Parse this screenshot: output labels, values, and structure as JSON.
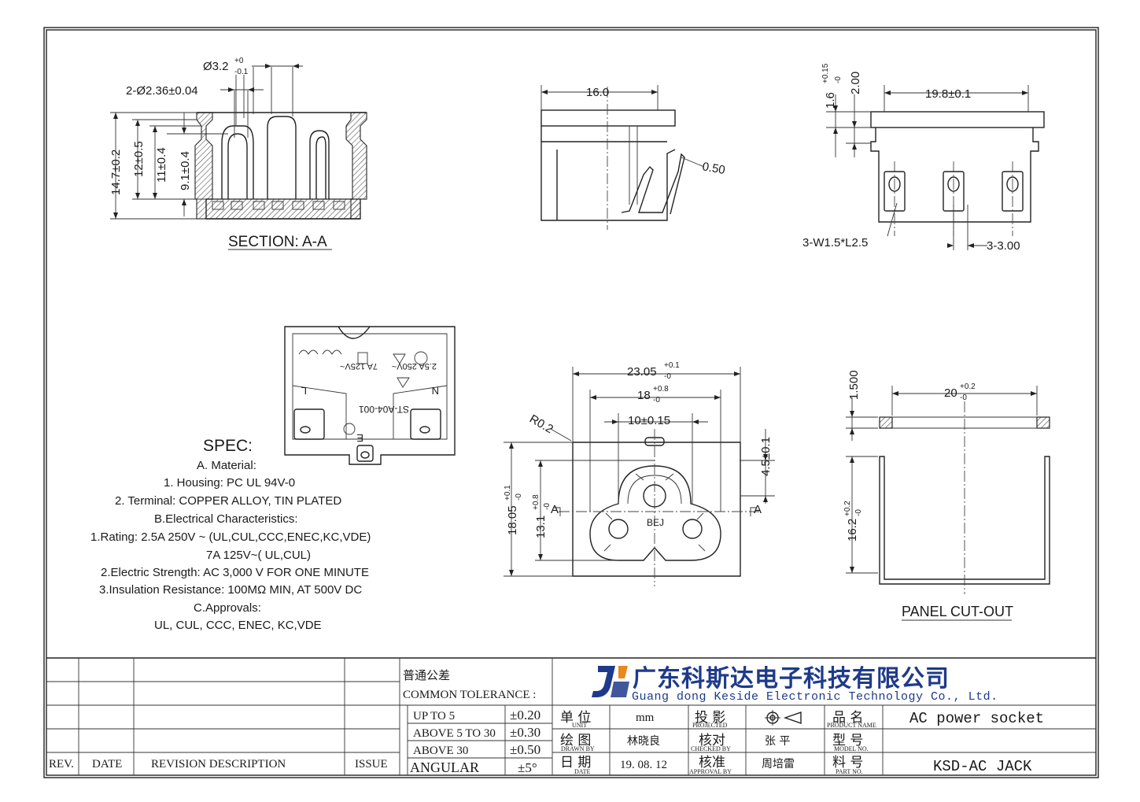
{
  "views": {
    "section": {
      "title": "SECTION: A-A",
      "dims": {
        "hole_top": "Ø3.2",
        "hole_top_tol_up": "+0",
        "hole_top_tol_dn": "-0.1",
        "hole_side": "2-Ø2.36±0.04",
        "h1": "14.7±0.2",
        "h2": "12±0.5",
        "h3": "11±0.4",
        "h4": "9.1±0.4"
      }
    },
    "side": {
      "width": "16.0",
      "pin": "0.50"
    },
    "front_top": {
      "width": "19.8±0.1",
      "flange": "1.6",
      "flange_tol_up": "+0.15",
      "flange_tol_dn": "-0",
      "gap": "2.00",
      "slot": "3-W1.5*L2.5",
      "pitch": "3-3.00"
    },
    "back": {
      "marking_rating1": "2.5A 250V~",
      "marking_rating2": "7A 125V~",
      "marking_model": "ST-A04-001",
      "marking_l": "L",
      "marking_n": "N",
      "marking_e": "E"
    },
    "front": {
      "w1": "23.05",
      "w1_tol_up": "+0.1",
      "w1_tol_dn": "-0",
      "w2": "18",
      "w2_tol_up": "+0.8",
      "w2_tol_dn": "-0",
      "w3": "10±0.15",
      "radius": "R0.2",
      "h1": "18.05",
      "h1_tol_up": "+0.1",
      "h1_tol_dn": "-0",
      "h2": "13.1",
      "h2_tol_up": "+0.8",
      "h2_tol_dn": "-0",
      "h3": "4.5±0.1",
      "section_left": "A",
      "section_right": "A",
      "logo_text": "BEJ"
    },
    "cutout": {
      "title": "PANEL CUT-OUT",
      "thickness": "1.500",
      "width": "20",
      "width_tol_up": "+0.2",
      "width_tol_dn": "-0",
      "height": "16.2",
      "height_tol_up": "+0.2",
      "height_tol_dn": "-0"
    }
  },
  "spec": {
    "heading": "SPEC:",
    "lines": [
      "A. Material:",
      "1.  Housing: PC UL 94V-0",
      "2.  Terminal:  COPPER ALLOY, TIN PLATED",
      "B.Electrical Characteristics:",
      "1.Rating:  2.5A 250V ~ (UL,CUL,CCC,ENEC,KC,VDE)",
      "7A 125V~( UL,CUL)",
      "2.Electric Strength: AC 3,000 V FOR ONE MINUTE",
      "3.Insulation Resistance: 100MΩ MIN, AT 500V DC",
      "C.Approvals:",
      "UL, CUL, CCC, ENEC, KC,VDE"
    ]
  },
  "title_block": {
    "rev_header": "REV.",
    "date_header": "DATE",
    "desc_header": "REVISION  DESCRIPTION",
    "issue_header": "ISSUE",
    "tolerance_cn": "普通公差",
    "tolerance_en": "COMMON TOLERANCE :",
    "tol_rows": [
      {
        "label": "UP TO 5",
        "value": "±0.20"
      },
      {
        "label": "ABOVE 5 TO 30",
        "value": "±0.30"
      },
      {
        "label": "ABOVE 30",
        "value": "±0.50"
      },
      {
        "label": "ANGULAR",
        "value": "±5°"
      }
    ],
    "company_cn": "广东科斯达电子科技有限公司",
    "company_en": "Guang dong Keside  Electronic Technology Co., Ltd.",
    "unit_cn": "单 位",
    "unit_en": "UNIT",
    "unit_value": "mm",
    "projected_cn": "投 影",
    "projected_en": "PROJECTED",
    "drawn_cn": "绘 图",
    "drawn_en": "DRAWN BY",
    "drawn_value": "林晓良",
    "checked_cn": "核对",
    "checked_en": "CHECKED BY",
    "checked_value": "张 平",
    "date_cn": "日 期",
    "date_en": "DATE",
    "date_value": "19. 08. 12",
    "approval_cn": "核准",
    "approval_en": "APPROVAL BY",
    "approval_value": "周培雷",
    "product_cn": "品 名",
    "product_en": "PRODUCT NAME",
    "product_value": "AC power socket",
    "model_cn": "型 号",
    "model_en": "MODEL NO.",
    "model_value": "",
    "part_cn": "料 号",
    "part_en": "PART NO.",
    "part_value": "KSD-AC JACK"
  }
}
